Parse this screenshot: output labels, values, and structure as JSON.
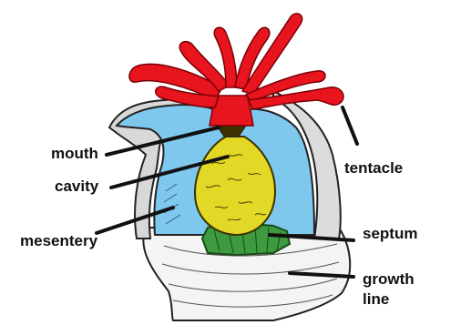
{
  "labels": {
    "mouth": "mouth",
    "cavity": "cavity",
    "mesentery": "mesentery",
    "tentacle": "tentacle",
    "septum": "septum",
    "growth_line_1": "growth",
    "growth_line_2": "line"
  },
  "colors": {
    "tentacles": "#e8141e",
    "cavity_fluid": "#7ec8ee",
    "stomach": "#e2d826",
    "septum": "#3e9a3e",
    "skeleton": "#f2f2f2",
    "outline": "#222222"
  }
}
